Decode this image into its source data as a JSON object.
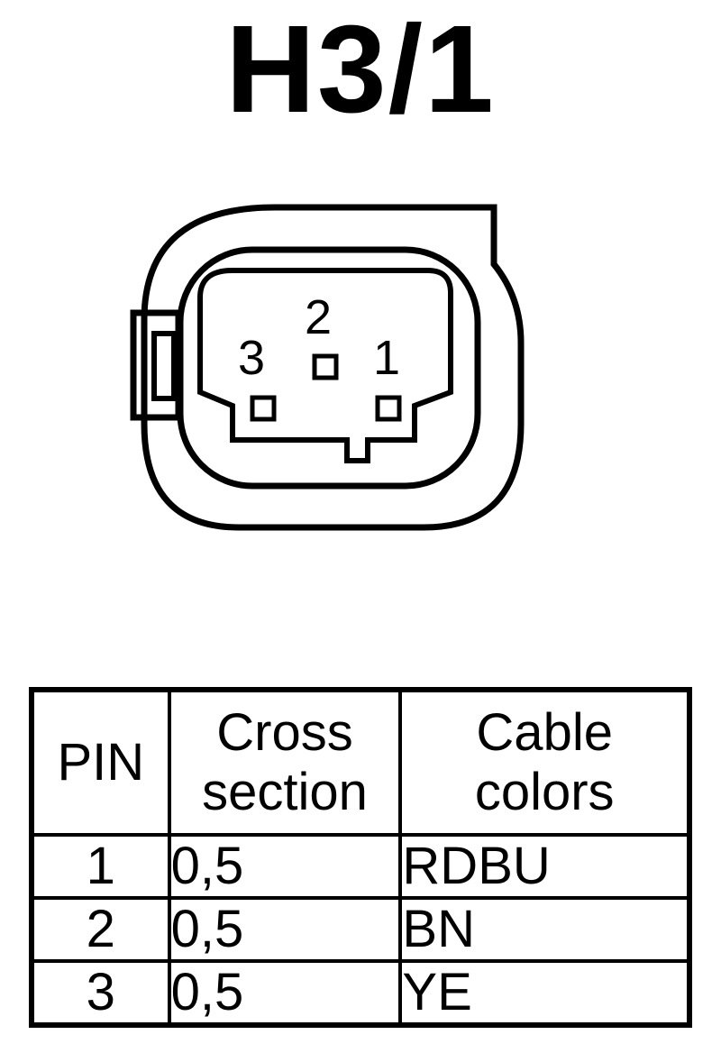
{
  "title": "H3/1",
  "connector": {
    "pin_labels": [
      "1",
      "2",
      "3"
    ]
  },
  "table": {
    "headers": [
      "PIN",
      "Cross section",
      "Cable colors"
    ],
    "rows": [
      {
        "pin": "1",
        "cross_section": "0,5",
        "color": "RDBU"
      },
      {
        "pin": "2",
        "cross_section": "0,5",
        "color": "BN"
      },
      {
        "pin": "3",
        "cross_section": "0,5",
        "color": "YE"
      }
    ]
  }
}
